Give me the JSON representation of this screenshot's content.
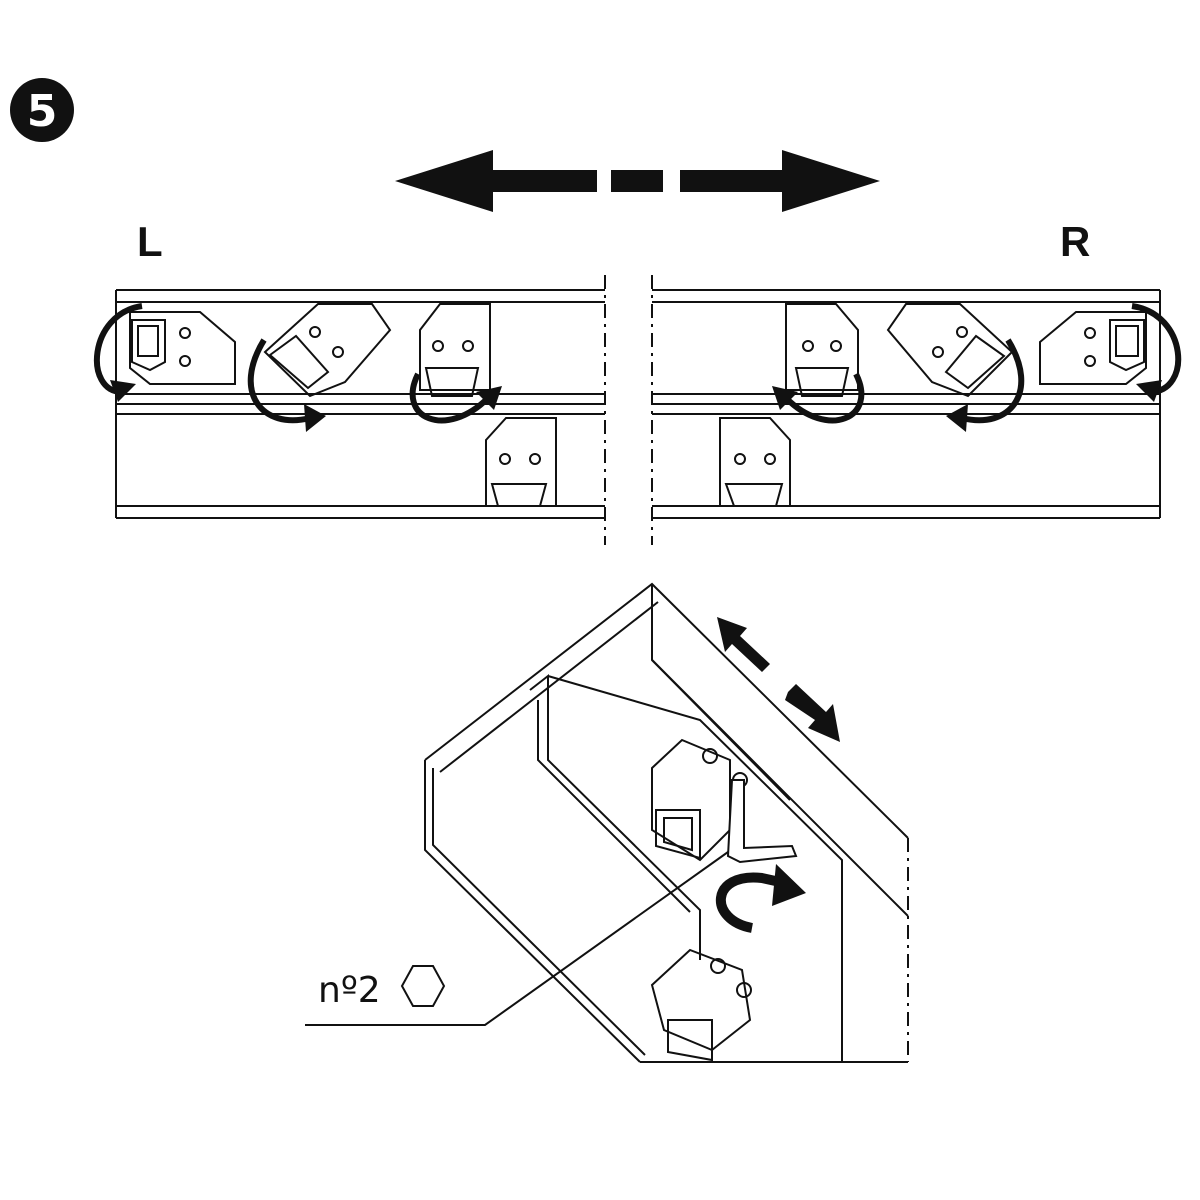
{
  "step": {
    "number": "5"
  },
  "labels": {
    "left": "L",
    "right": "R"
  },
  "tool": {
    "text": "nº2",
    "icon": "hex-key-icon"
  },
  "colors": {
    "ink": "#111111",
    "paper": "#ffffff"
  }
}
